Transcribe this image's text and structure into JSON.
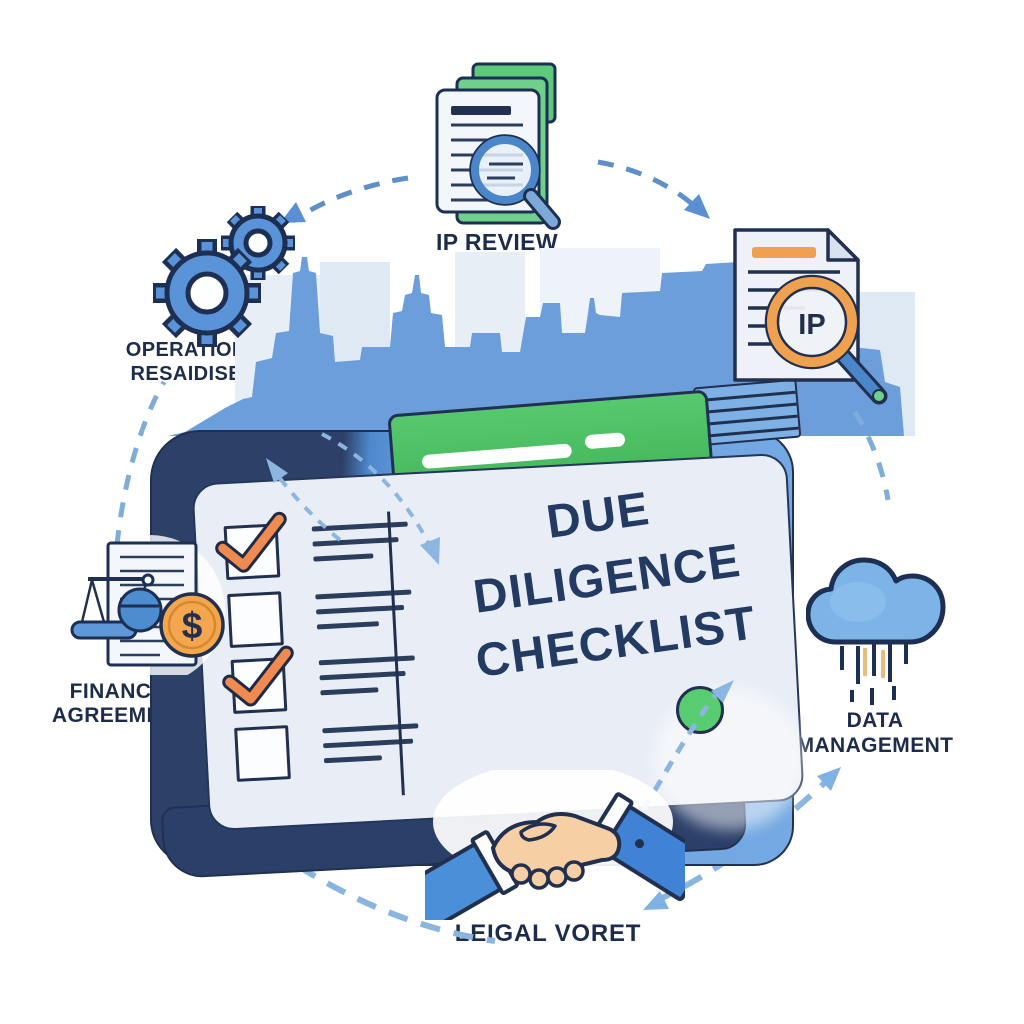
{
  "illustration": {
    "title": {
      "line1": "DUE",
      "line2": "DILIGENCE",
      "line3": "CHECKLIST"
    },
    "nodes": {
      "ip_review": {
        "label": "IP REVIEW",
        "icon": "documents-magnifier-icon"
      },
      "operational": {
        "line1": "OPERATIONAL",
        "line2": "RESAIDISESS",
        "icon": "gears-icon"
      },
      "ip_document": {
        "badge": "IP",
        "icon": "ip-document-magnifier-icon"
      },
      "financial": {
        "line1": "FINANCIAL",
        "line2": "AGREEMENTS",
        "currency_symbol": "$",
        "icon": "scales-document-coin-icon"
      },
      "data_management": {
        "label": "DATA MANAGEMENT",
        "icon": "data-cloud-icon"
      },
      "legal": {
        "label": "LEIGAL VORET",
        "icon": "handshake-icon"
      }
    },
    "checklist": {
      "rows": [
        {
          "checked": true,
          "lines": [
            96,
            86,
            60
          ]
        },
        {
          "checked": false,
          "lines": [
            96,
            88,
            62
          ]
        },
        {
          "checked": true,
          "lines": [
            96,
            86,
            58
          ]
        },
        {
          "checked": false,
          "lines": [
            96,
            90,
            58
          ]
        }
      ]
    },
    "colors": {
      "outline_navy": "#22304f",
      "frame_navy": "#2d4168",
      "frame_blue": "#6ba1de",
      "paper": "#e9eef6",
      "banner_green": "#4cc263",
      "dot_green": "#57cc70",
      "accent_orange": "#f0a14f",
      "check_orange": "#ef8a50",
      "arrow_blue": "#5b8fd4",
      "skyline_blue": "#6b9edb"
    }
  }
}
